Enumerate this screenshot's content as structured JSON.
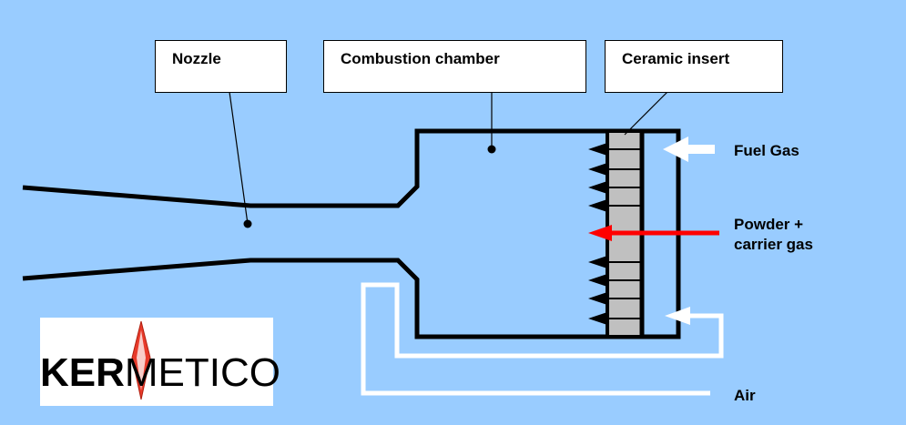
{
  "callouts": {
    "nozzle": "Nozzle",
    "combustion_chamber": "Combustion chamber",
    "ceramic_insert": "Ceramic insert"
  },
  "inputs": {
    "fuel_gas": "Fuel Gas",
    "powder_line1": "Powder +",
    "powder_line2": "carrier gas",
    "air": "Air"
  },
  "logo": {
    "text_bold": "KER",
    "text_thin": "METICO"
  },
  "colors": {
    "background": "#99ccff",
    "outline": "#000000",
    "ceramic_insert": "#c0c0c0",
    "powder_arrow": "#ff0000",
    "air_gas_lines": "#ffffff",
    "logo_diamond": "#e83a2a"
  }
}
